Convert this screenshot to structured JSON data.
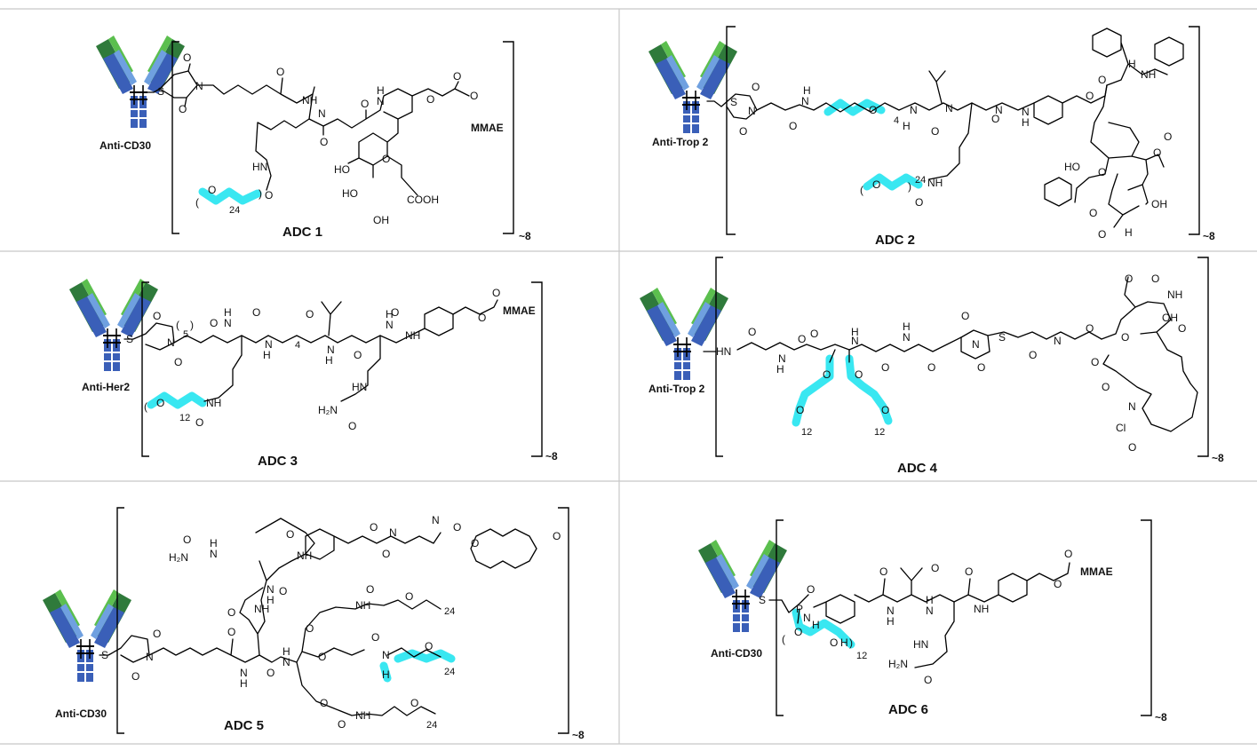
{
  "colors": {
    "peg_highlight": "#2ee6f0",
    "ab_dark_blue": "#3a5fb8",
    "ab_light_blue": "#6fa0e0",
    "ab_dark_green": "#2f7a3b",
    "ab_light_green": "#5bbf4e",
    "grid_line": "#c8c8c8"
  },
  "panels": [
    {
      "title": "ADC 1",
      "antibody": "Anti-CD30",
      "payload": "MMAE",
      "dar": "~8",
      "peg_subscript": "24",
      "extra": "COOH"
    },
    {
      "title": "ADC 2",
      "antibody": "Anti-Trop 2",
      "dar": "~8",
      "peg_subscript": "24",
      "linker_subscript": "4"
    },
    {
      "title": "ADC 3",
      "antibody": "Anti-Her2",
      "payload": "MMAE",
      "dar": "~8",
      "peg_subscript": "12",
      "linker_subscript_a": "5",
      "linker_subscript_b": "4"
    },
    {
      "title": "ADC 4",
      "antibody": "Anti-Trop 2",
      "dar": "~8",
      "peg_subscript_a": "12",
      "peg_subscript_b": "12"
    },
    {
      "title": "ADC 5",
      "antibody": "Anti-CD30",
      "dar": "~8",
      "peg_subscript_a": "24",
      "peg_subscript_b": "24",
      "peg_subscript_c": "24"
    },
    {
      "title": "ADC 6",
      "antibody": "Anti-CD30",
      "payload": "MMAE",
      "dar": "~8",
      "peg_subscript": "12"
    }
  ]
}
